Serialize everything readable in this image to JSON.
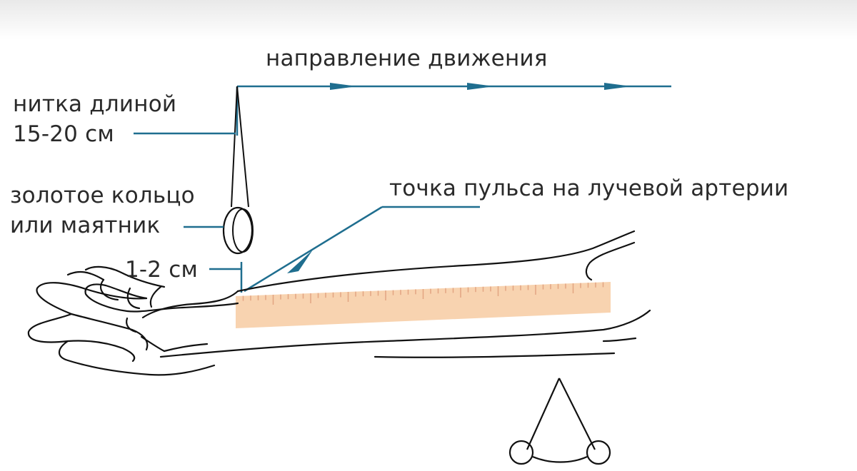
{
  "labels": {
    "direction": "направление движения",
    "thread_line1": "нитка длиной",
    "thread_line2": "15-20 см",
    "ring_line1": "золотое кольцо",
    "ring_line2": "или маятник",
    "distance": "1-2 см",
    "pulse_point": "точка пульса на лучевой артерии"
  },
  "colors": {
    "leader_line": "#1f6e8f",
    "outline": "#111111",
    "ruler_fill": "#f8d3b0",
    "ruler_ticks": "#e3a482",
    "text": "#2a2a2a"
  }
}
